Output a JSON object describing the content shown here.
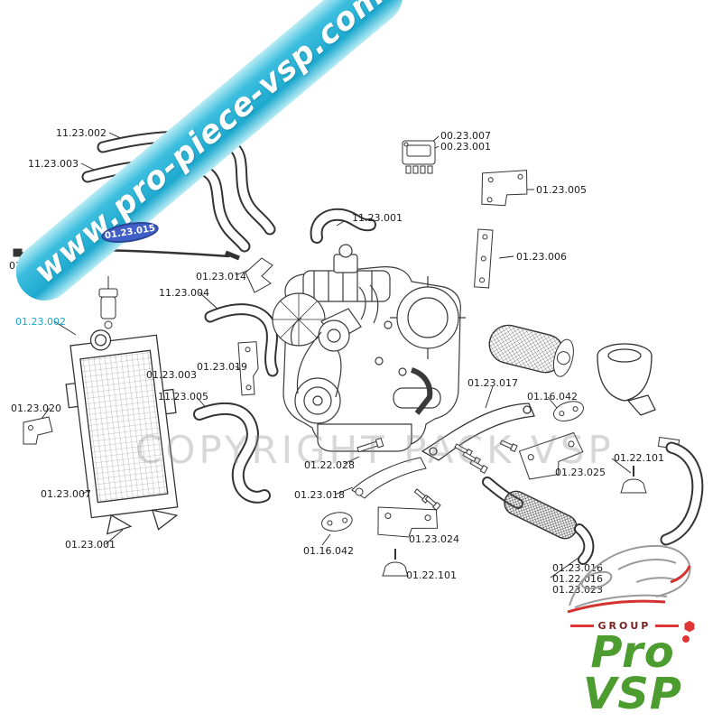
{
  "ribbon": {
    "text": "www.pro-piece-vsp.com"
  },
  "stamp": {
    "text": "01.23.015"
  },
  "copyright": {
    "text": "COPYRIGHT PACK VSP"
  },
  "logo": {
    "group_label": "GROUP",
    "name_top": "Pro",
    "name_bottom": "VSP"
  },
  "colors": {
    "ribbon_cyan": "#1ea9cf",
    "highlight_label": "#18a7c8",
    "stamp_blue": "#4060c8",
    "logo_green": "#4d9c2f",
    "logo_red": "#e03535"
  },
  "labels": [
    {
      "text": "11.23.002"
    },
    {
      "text": "11.23.003"
    },
    {
      "text": "01.23.004"
    },
    {
      "text": "11.23.004"
    },
    {
      "text": "01.23.014"
    },
    {
      "text": "01.23.002"
    },
    {
      "text": "01.23.003"
    },
    {
      "text": "01.23.019"
    },
    {
      "text": "11.23.005"
    },
    {
      "text": "01.23.020"
    },
    {
      "text": "01.23.007"
    },
    {
      "text": "01.23.001"
    },
    {
      "text": "11.23.001"
    },
    {
      "text": "00.23.007"
    },
    {
      "text": "00.23.001"
    },
    {
      "text": "01.23.005"
    },
    {
      "text": "01.23.006"
    },
    {
      "text": "01.23.017"
    },
    {
      "text": "01.16.042"
    },
    {
      "text": "01.22.028"
    },
    {
      "text": "01.23.018"
    },
    {
      "text": "01.16.042"
    },
    {
      "text": "01.23.024"
    },
    {
      "text": "01.22.101"
    },
    {
      "text": "01.23.025"
    },
    {
      "text": "01.22.101"
    },
    {
      "text": "01.23.016"
    },
    {
      "text": "01.22.016"
    },
    {
      "text": "01.23.023"
    }
  ]
}
